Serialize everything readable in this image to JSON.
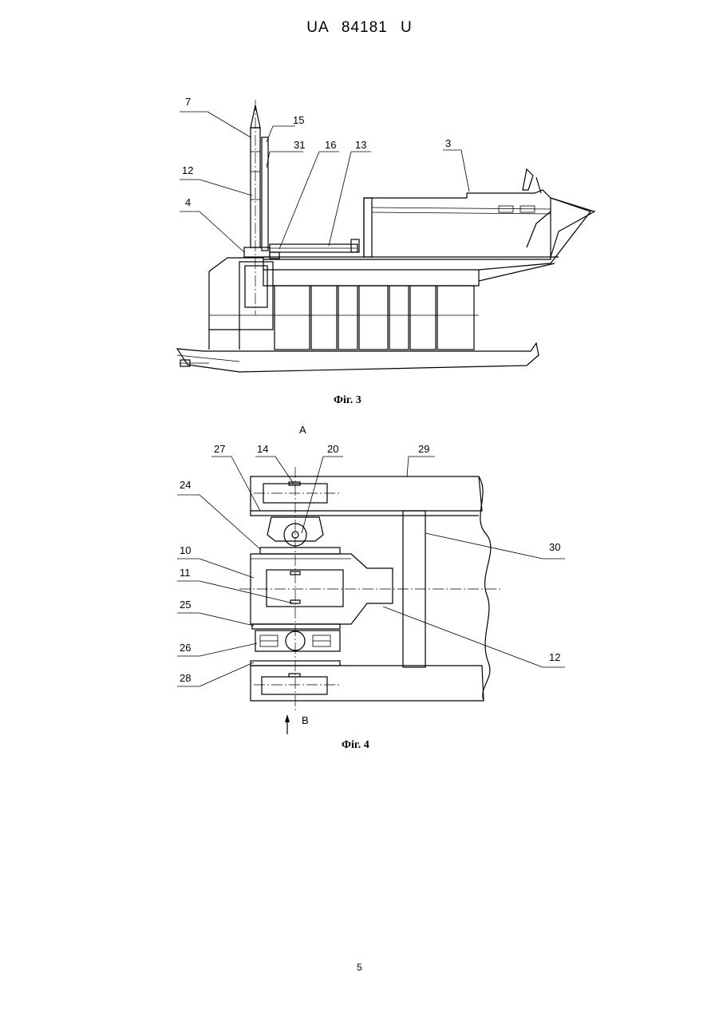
{
  "header": {
    "doc_number": "UA   84181   U"
  },
  "figure3": {
    "caption": "Фіг. 3",
    "labels": [
      "7",
      "15",
      "31",
      "16",
      "13",
      "3",
      "12",
      "4"
    ]
  },
  "figure4": {
    "caption": "Фіг. 4",
    "view_top": "A",
    "view_bottom": "B",
    "labels": [
      "27",
      "14",
      "20",
      "29",
      "24",
      "30",
      "10",
      "11",
      "25",
      "12",
      "26",
      "28"
    ]
  },
  "footer": {
    "page_number": "5"
  }
}
